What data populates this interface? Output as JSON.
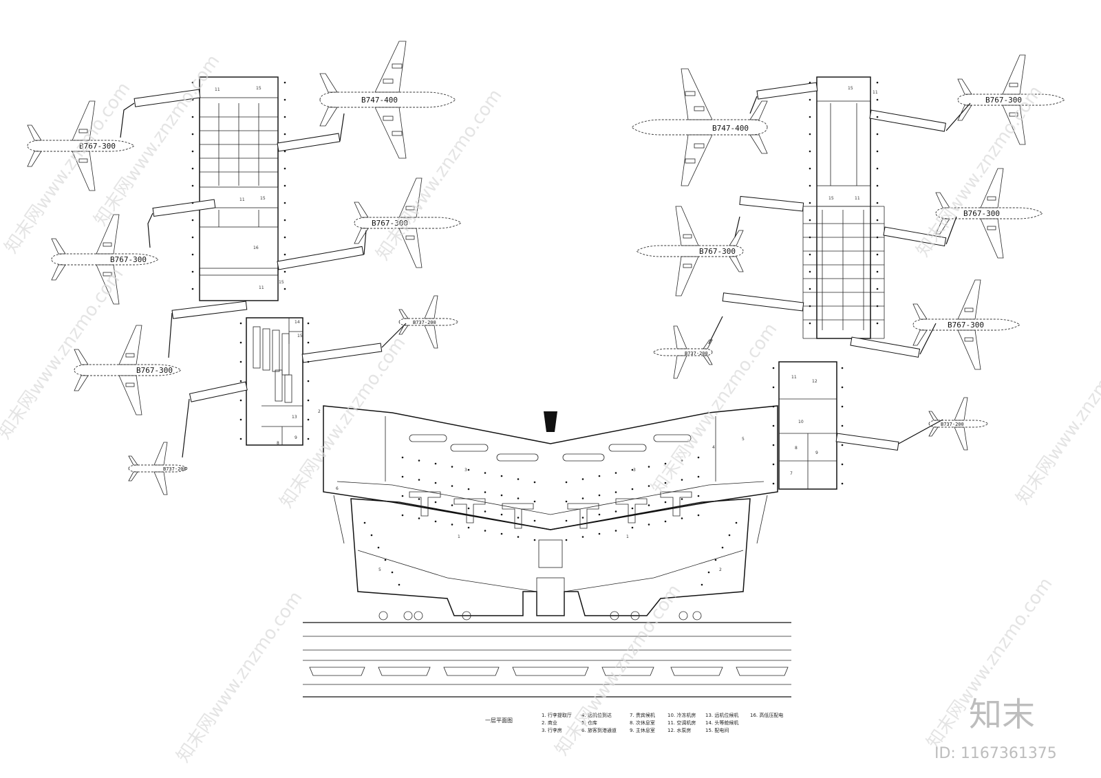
{
  "drawing": {
    "title": "一层平面图",
    "aircraft": [
      {
        "id": "L1",
        "label": "B767-300",
        "size": "md"
      },
      {
        "id": "L2",
        "label": "B767-300",
        "size": "md"
      },
      {
        "id": "L3",
        "label": "B767-300",
        "size": "md"
      },
      {
        "id": "L4",
        "label": "B737-200",
        "size": "sm"
      },
      {
        "id": "L5",
        "label": "B747-400",
        "size": "lg"
      },
      {
        "id": "L6",
        "label": "B767-300",
        "size": "md"
      },
      {
        "id": "L7",
        "label": "B737-200",
        "size": "sm"
      },
      {
        "id": "R1",
        "label": "B747-400",
        "size": "lg"
      },
      {
        "id": "R2",
        "label": "B767-300",
        "size": "md"
      },
      {
        "id": "R3",
        "label": "B767-300",
        "size": "md"
      },
      {
        "id": "R4",
        "label": "B767-300",
        "size": "md"
      },
      {
        "id": "R5",
        "label": "B767-300",
        "size": "md"
      },
      {
        "id": "R6",
        "label": "B737-200",
        "size": "sm"
      },
      {
        "id": "R7",
        "label": "B737-200",
        "size": "sm"
      }
    ],
    "room_numbers": [
      "1",
      "2",
      "3",
      "4",
      "5",
      "6",
      "7",
      "8",
      "9",
      "10",
      "11",
      "12",
      "13",
      "14",
      "15",
      "16"
    ],
    "legend": [
      [
        "1. 行李提取厅",
        "3. 行李房"
      ],
      [
        "4. 远机位到达",
        "6. 旅客到港通道"
      ],
      [
        "7. 贵宾候机",
        "8. 次休息室",
        "9. 主休息室"
      ],
      [
        "10. 冷冻机房",
        "11. 空调机房",
        "12. 水泵房"
      ],
      [
        "13. 远机位候机",
        "14. 头等舱候机",
        "15. 配电间"
      ],
      [
        "16. 高低压配电"
      ]
    ],
    "legend_col2_extra": [
      "2. 商业",
      "5. 仓库"
    ]
  },
  "watermark": {
    "text": "知末网www.znzmo.com",
    "brand": "知末",
    "id": "ID: 1167361375"
  }
}
